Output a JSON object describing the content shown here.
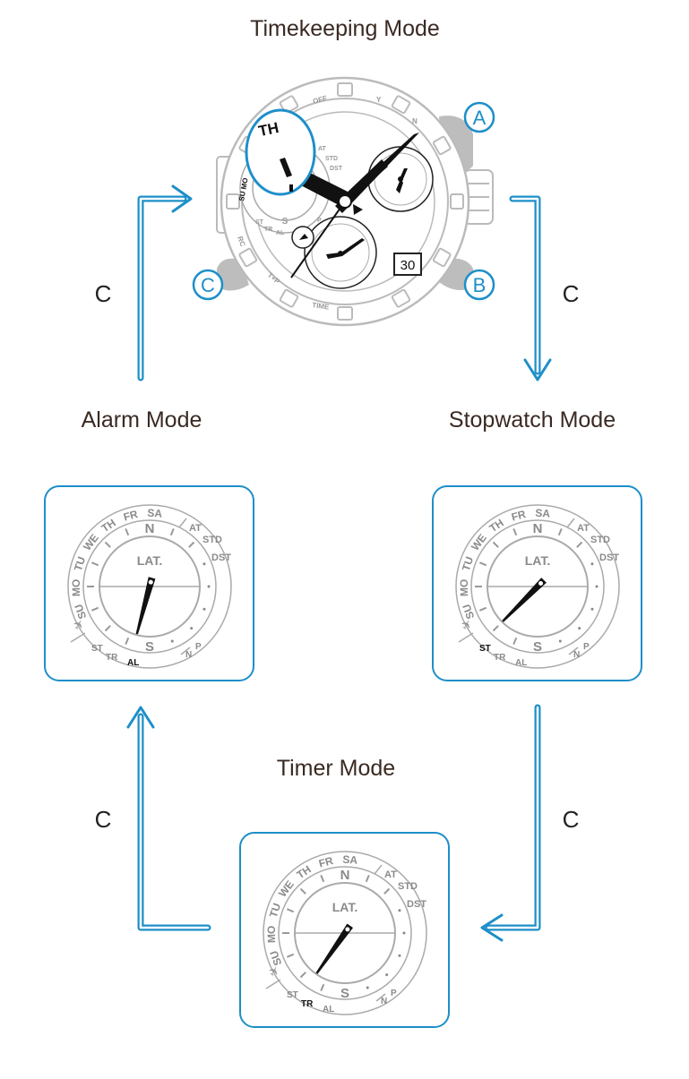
{
  "modes": {
    "timekeeping": "Timekeeping Mode",
    "stopwatch": "Stopwatch Mode",
    "alarm": "Alarm Mode",
    "timer": "Timer Mode"
  },
  "button_c": "C",
  "watch": {
    "buttons": {
      "a": "A",
      "b": "B",
      "c": "C"
    },
    "highlight": "TH",
    "bezel": {
      "off": "OFF",
      "y": "Y",
      "n": "N",
      "rc": "RC",
      "tp": "T+P",
      "time": "TIME"
    },
    "date": "30",
    "days_small": "SU MO",
    "right_labels": [
      "AT",
      "STD",
      "DST"
    ],
    "bottom_labels": [
      "ST",
      "TR",
      "AL",
      "N",
      "P"
    ]
  },
  "dial": {
    "days": [
      "SU",
      "MO",
      "TU",
      "WE",
      "TH",
      "FR",
      "SA"
    ],
    "lat": "LAT.",
    "north": "N",
    "south": "S",
    "right": [
      "AT",
      "STD",
      "DST"
    ],
    "bottom": [
      "ST",
      "TR",
      "AL",
      "N",
      "P"
    ]
  },
  "panels": [
    {
      "mode": "alarm",
      "active": "AL"
    },
    {
      "mode": "stopwatch",
      "active": "ST"
    },
    {
      "mode": "timer",
      "active": "TR"
    }
  ],
  "colors": {
    "accent": "#1d8fc9",
    "text": "#3a2a22",
    "grey": "#9a9a9a"
  }
}
